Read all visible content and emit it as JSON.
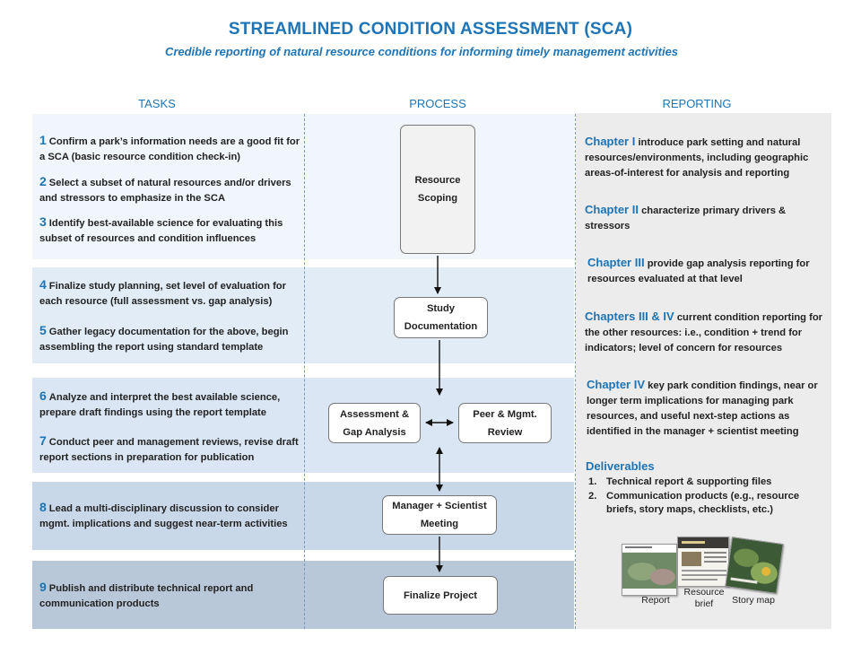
{
  "header": {
    "title": "STREAMLINED CONDITION ASSESSMENT (SCA)",
    "subtitle": "Credible reporting of natural resource conditions for informing timely management activities"
  },
  "columns": {
    "tasks": "TASKS",
    "process": "PROCESS",
    "reporting": "REPORTING"
  },
  "colors": {
    "accent": "#1e74b4",
    "band_light": "#f1f6fc",
    "band_mid": "#e2ecf7",
    "band_dark": "#c9d8e8",
    "band_darkest": "#b9c8d8",
    "reporting_bg": "#ececec"
  },
  "tasks": [
    {
      "num": "1",
      "text": "Confirm a park’s information needs are a good fit for a SCA (basic resource condition check-in)"
    },
    {
      "num": "2",
      "text": "Select a subset of natural resources and/or drivers and stressors to emphasize in the SCA"
    },
    {
      "num": "3",
      "text": "Identify best-available science for evaluating this subset of resources and condition influences"
    },
    {
      "num": "4",
      "text": "Finalize study planning, set level of evaluation for each resource (full assessment vs. gap analysis)"
    },
    {
      "num": "5",
      "text": "Gather legacy documentation for the above, begin assembling the report using standard template"
    },
    {
      "num": "6",
      "text": "Analyze and interpret the best available science, prepare draft findings using the report template"
    },
    {
      "num": "7",
      "text": "Conduct peer and management reviews, revise draft report sections in preparation for publication"
    },
    {
      "num": "8",
      "text": "Lead a multi-disciplinary discussion to consider mgmt. implications and suggest near-term activities"
    },
    {
      "num": "9",
      "text": "Publish and distribute technical report and communication products"
    }
  ],
  "process": {
    "resource_scoping": "Resource Scoping",
    "study_documentation": "Study Documentation",
    "assessment_gap": "Assessment & Gap Analysis",
    "peer_review": "Peer & Mgmt. Review",
    "manager_meeting": "Manager + Scientist Meeting",
    "finalize": "Finalize Project"
  },
  "reporting": [
    {
      "chapter": "Chapter I",
      "text": "introduce park setting and natural resources/environments, including geographic areas-of-interest for analysis and reporting"
    },
    {
      "chapter": "Chapter II",
      "text": "characterize primary drivers & stressors"
    },
    {
      "chapter": "Chapter III",
      "text": "provide gap analysis reporting for resources evaluated at that level"
    },
    {
      "chapter": "Chapters III & IV",
      "text": "current condition reporting for the other resources: i.e., condition + trend for indicators; level of concern for resources"
    },
    {
      "chapter": "Chapter IV",
      "text": "key park condition findings, near or longer term implications for managing park resources, and useful next-step actions as identified in the manager + scientist meeting"
    }
  ],
  "deliverables": {
    "title": "Deliverables",
    "items": [
      {
        "num": "1.",
        "text": "Technical report & supporting files"
      },
      {
        "num": "2.",
        "text": "Communication products (e.g., resource briefs, story maps, checklists, etc.)"
      }
    ]
  },
  "thumbnails": {
    "report": "Report",
    "resource_brief": "Resource brief",
    "story_map": "Story map"
  }
}
